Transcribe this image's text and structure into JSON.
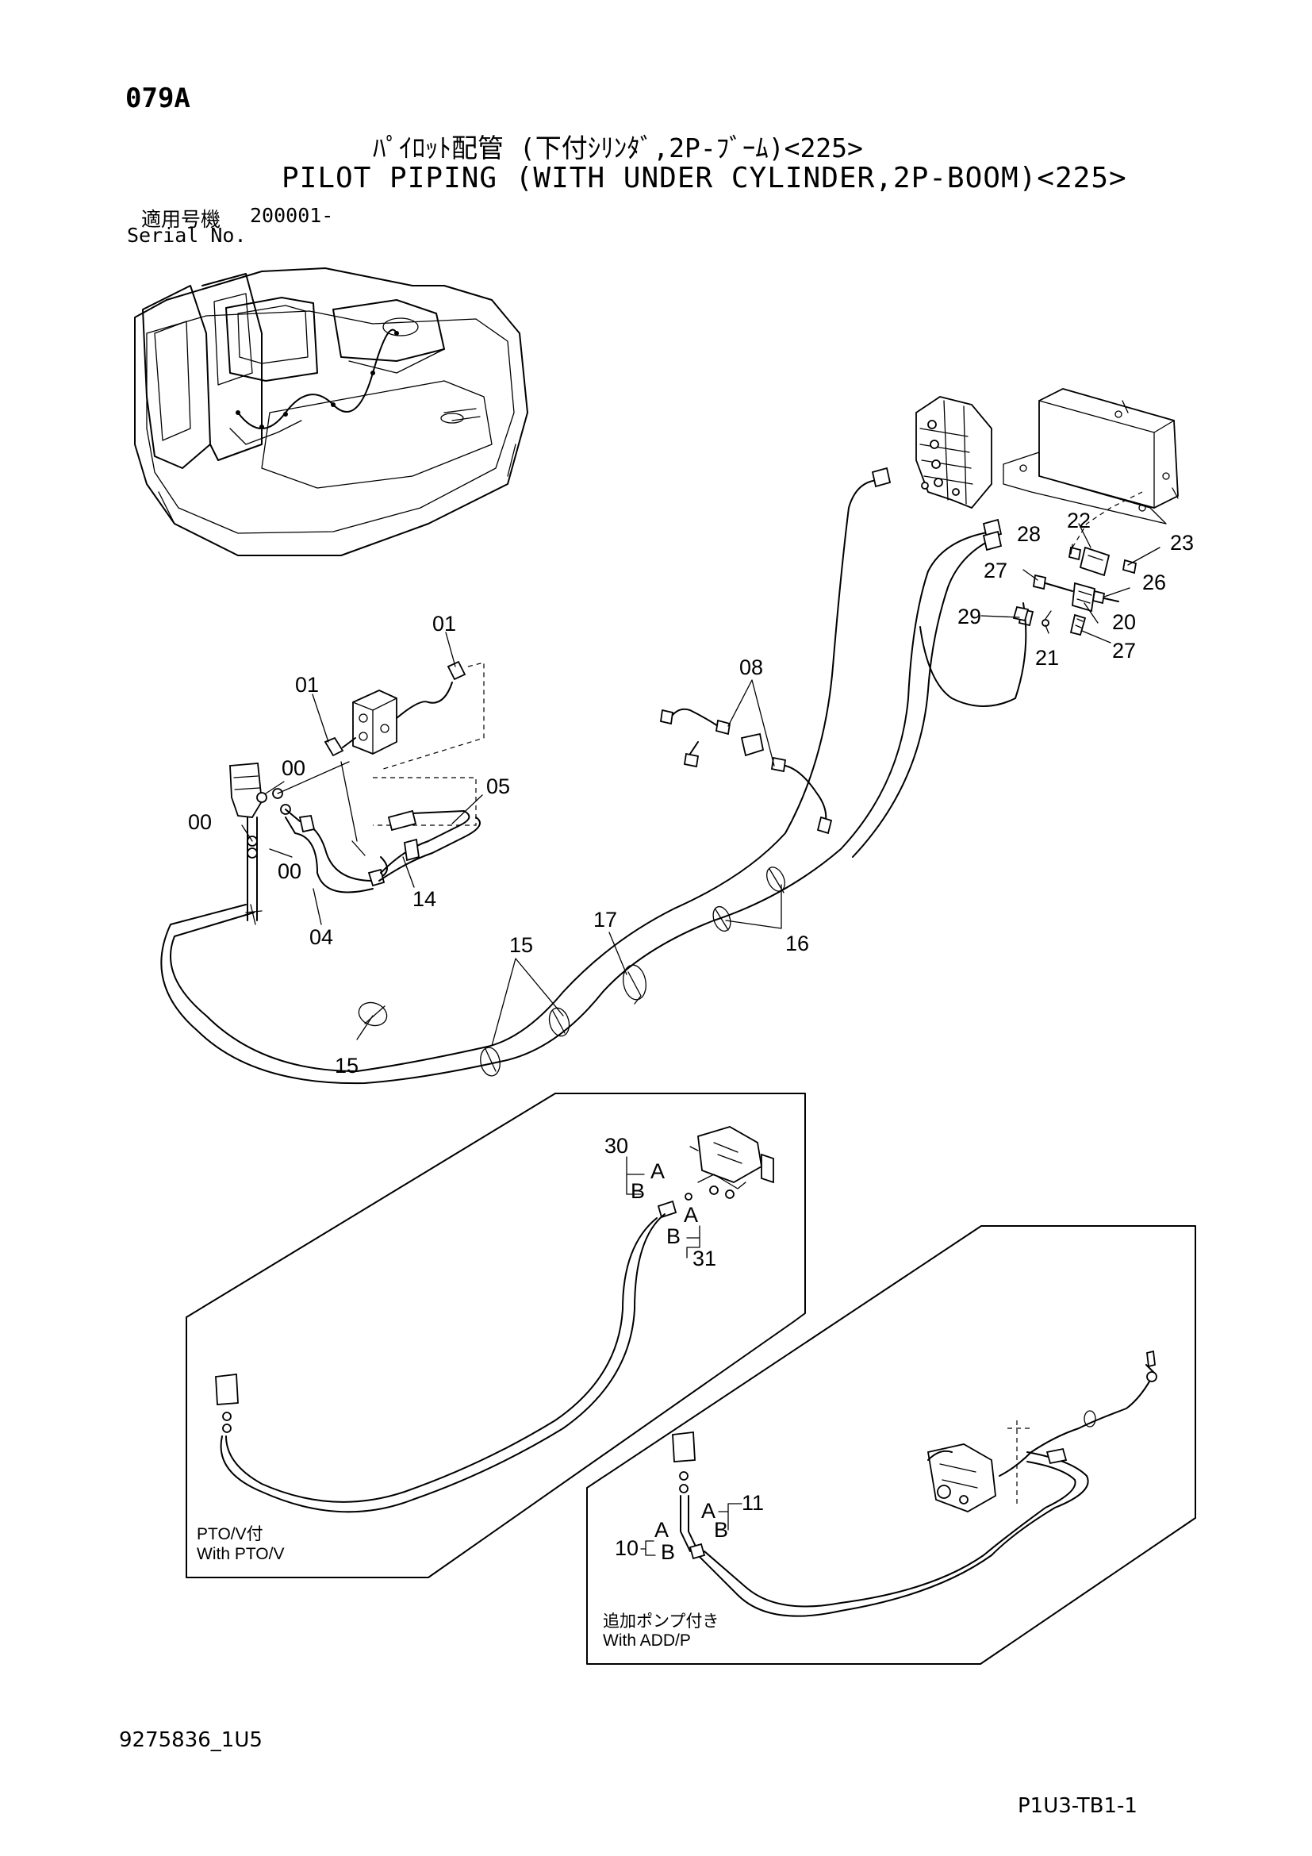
{
  "header": {
    "page_code": "079A",
    "title_jp": "ﾊﾟｲﾛｯﾄ配管 (下付ｼﾘﾝﾀﾞ,2P-ﾌﾞｰﾑ)<225>",
    "title_en": "PILOT PIPING (WITH UNDER CYLINDER,2P-BOOM)<225>",
    "serial_label_jp": "適用号機",
    "serial_value": "200001-",
    "serial_label_en": "Serial No."
  },
  "callouts": {
    "c01a": "01",
    "c01b": "01",
    "c00a": "00",
    "c00b": "00",
    "c00c": "00",
    "c05": "05",
    "c14": "14",
    "c04": "04",
    "c08": "08",
    "c22": "22",
    "c28": "28",
    "c23": "23",
    "c27a": "27",
    "c26": "26",
    "c29": "29",
    "c20": "20",
    "c21": "21",
    "c27b": "27",
    "c17": "17",
    "c16": "16",
    "c15a": "15",
    "c15b": "15",
    "c30": "30",
    "c31": "31",
    "c10": "10",
    "c11": "11"
  },
  "hose_ends": {
    "a": "A",
    "b": "B"
  },
  "insets": {
    "pto": {
      "label_jp": "PTO/V付",
      "label_en": "With PTO/V"
    },
    "addp": {
      "label_jp": "追加ポンプ付き",
      "label_en": "With ADD/P"
    }
  },
  "footer": {
    "drawing_no": "9275836_1U5",
    "sheet_code": "P1U3-TB1-1"
  }
}
